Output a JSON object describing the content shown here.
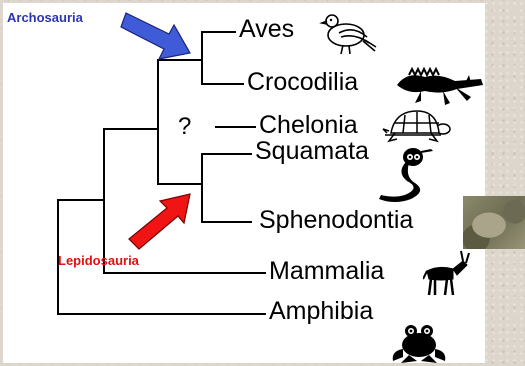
{
  "taxa": {
    "aves": "Aves",
    "crocodilia": "Crocodilia",
    "chelonia": "Chelonia",
    "squamata": "Squamata",
    "sphenodontia": "Sphenodontia",
    "mammalia": "Mammalia",
    "amphibia": "Amphibia"
  },
  "clades": {
    "archosauria": "Archosauria",
    "lepidosauria": "Lepidosauria"
  },
  "uncertainty_mark": "?",
  "colors": {
    "archosauria": "#2b36b0",
    "archosauria_arrow": "#3f5bd8",
    "lepidosauria": "#e01010",
    "lepidosauria_arrow": "#f01414",
    "lines": "#000000"
  },
  "icons": [
    "bird-icon",
    "crocodile-icon",
    "turtle-icon",
    "snake-icon",
    "tuatara-photo",
    "antelope-icon",
    "frog-icon"
  ]
}
